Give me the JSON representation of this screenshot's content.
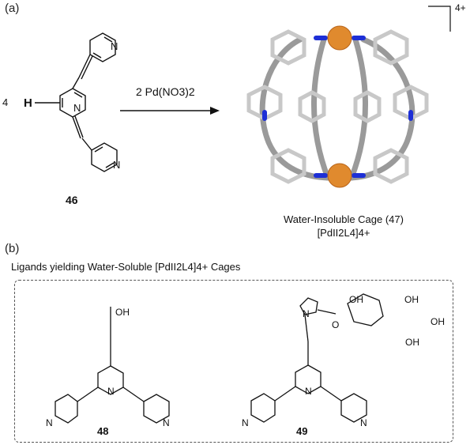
{
  "panel_a": {
    "label": "(a)",
    "stoich": "4",
    "ligand_number": "46",
    "reagent": "2 Pd(NO3)2",
    "charge": "4+",
    "cage_caption_line1": "Water-Insoluble Cage (47)",
    "cage_caption_line2": "[PdII2L4]4+",
    "h_atom": "H",
    "n_atom": "N"
  },
  "panel_b": {
    "label": "(b)",
    "title": "Ligands yielding Water-Soluble [PdII2L4]4+ Cages",
    "ligand_48": "48",
    "ligand_49": "49",
    "oh_label": "OH",
    "o_label": "O",
    "n_label": "N"
  },
  "colors": {
    "pd": "#e08a2e",
    "nitrogen": "#1d2fd6",
    "carbon": "#9a9a9a"
  }
}
